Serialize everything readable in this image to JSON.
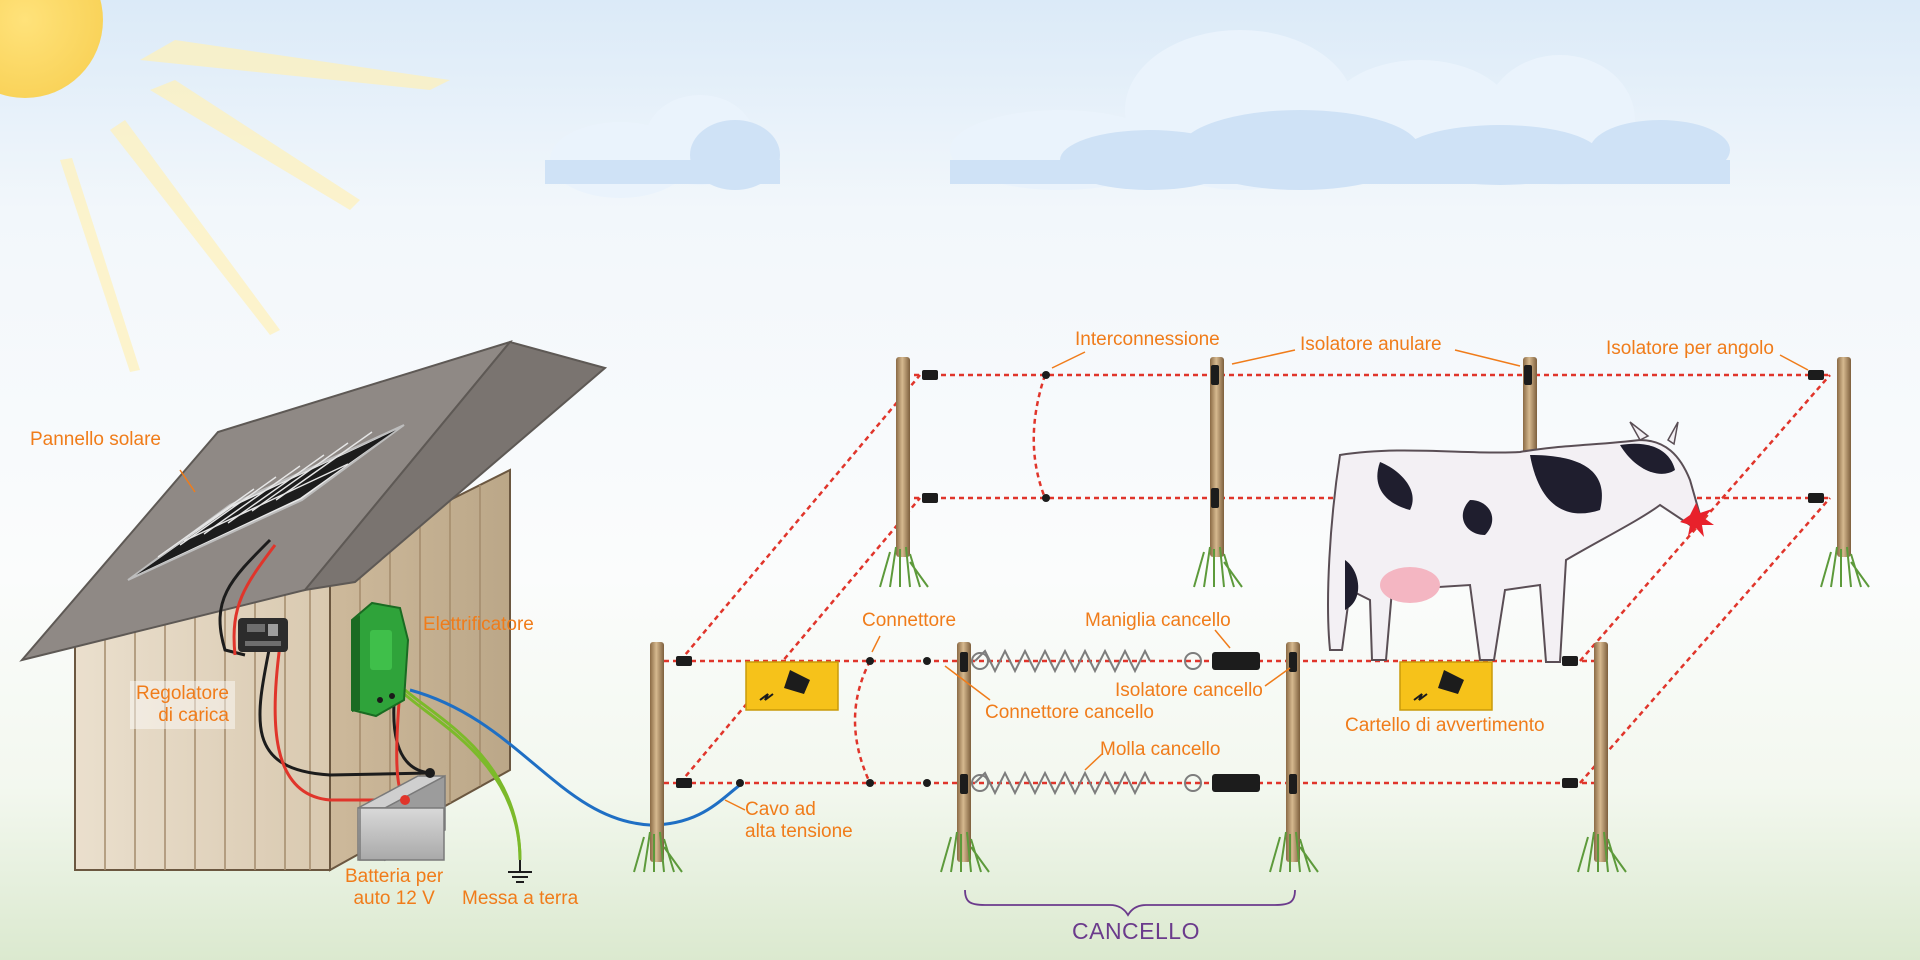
{
  "labels": {
    "solar_panel": "Pannello solare",
    "charge_controller_line1": "Regolatore",
    "charge_controller_line2": "di carica",
    "energizer": "Elettrificatore",
    "battery_line1": "Batteria per",
    "battery_line2": "auto 12 V",
    "ground": "Messa a terra",
    "hv_cable_line1": "Cavo ad",
    "hv_cable_line2": "alta tensione",
    "interconnection": "Interconnessione",
    "ring_insulator": "Isolatore anulare",
    "corner_insulator": "Isolatore per angolo",
    "connector": "Connettore",
    "gate_handle": "Maniglia cancello",
    "gate_insulator": "Isolatore cancello",
    "gate_connector": "Connettore cancello",
    "warning_sign": "Cartello di avvertimento",
    "gate_spring": "Molla cancello",
    "gate": "CANCELLO"
  },
  "colors": {
    "label": "#f07c1a",
    "gate_label": "#6b3b8c",
    "wire": "#e0352b",
    "energizer": "#2fa33a",
    "sign": "#f6c21a",
    "hv_cable": "#1f6fc4",
    "ground_cable": "#7cba2a"
  }
}
